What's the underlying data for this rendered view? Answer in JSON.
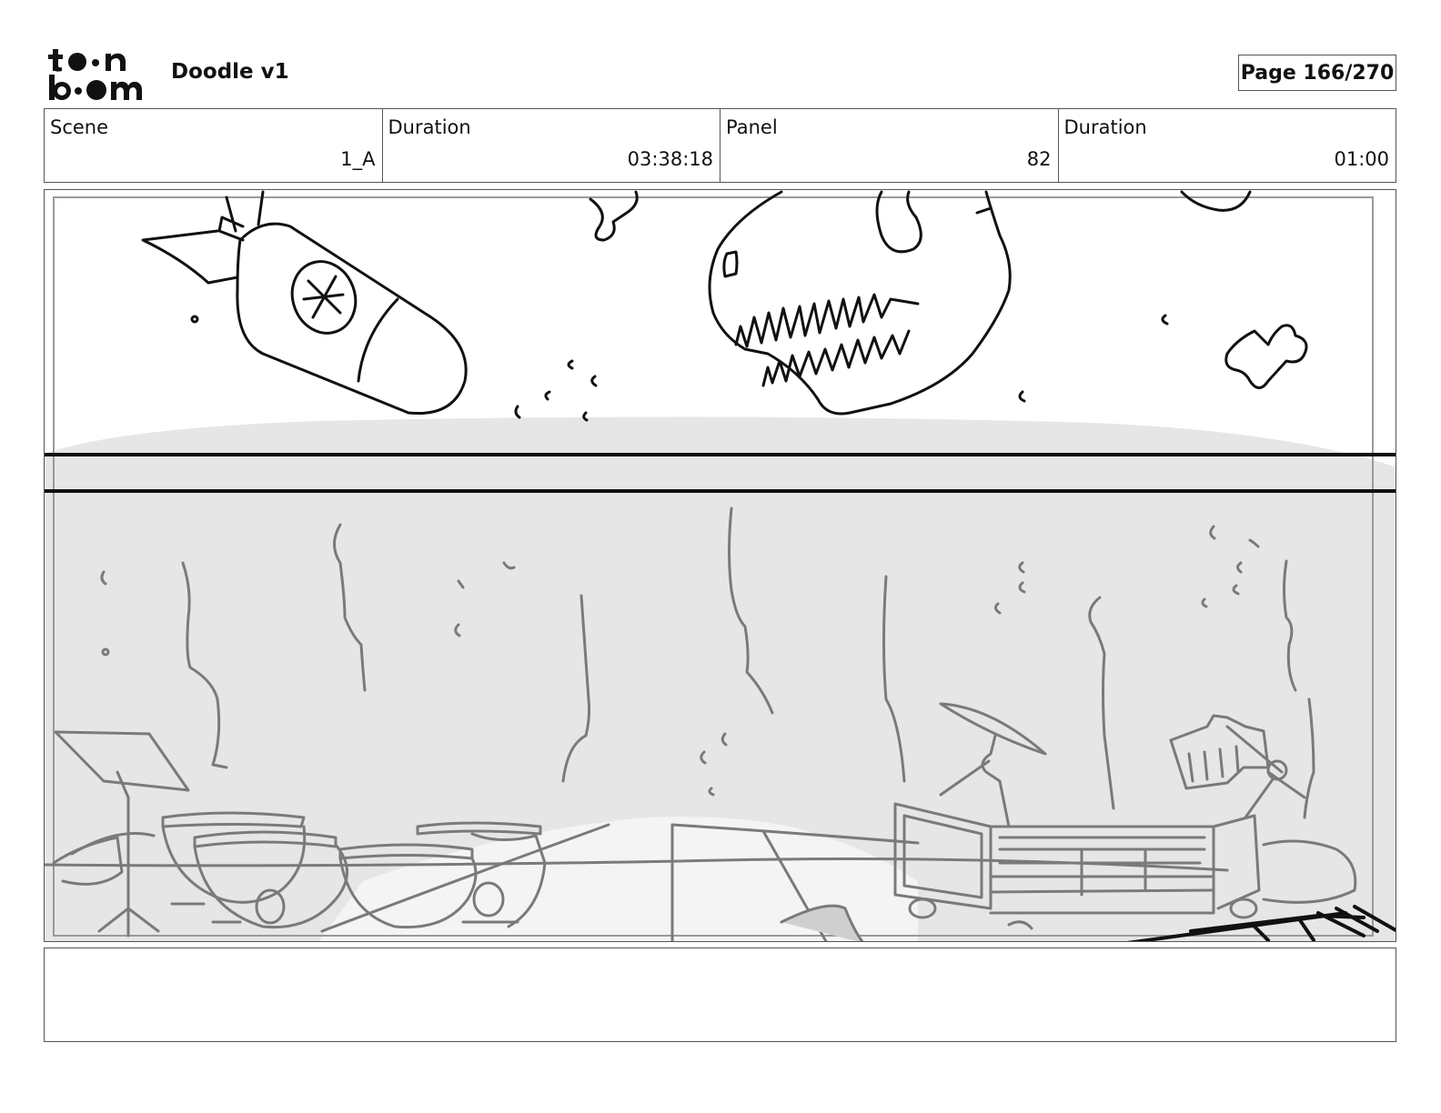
{
  "header": {
    "logo_line1": "toon",
    "logo_line2": "boom",
    "doc_title": "Doodle v1",
    "page_label": "Page 166/270"
  },
  "info": [
    {
      "label": "Scene",
      "value": "1_A"
    },
    {
      "label": "Duration",
      "value": "03:38:18"
    },
    {
      "label": "Panel",
      "value": "82"
    },
    {
      "label": "Duration",
      "value": "01:00"
    }
  ],
  "notes": {
    "text": ""
  },
  "colors": {
    "background": "#e6e6e6",
    "ink": "#111111",
    "pencil": "#7a7a7a"
  }
}
